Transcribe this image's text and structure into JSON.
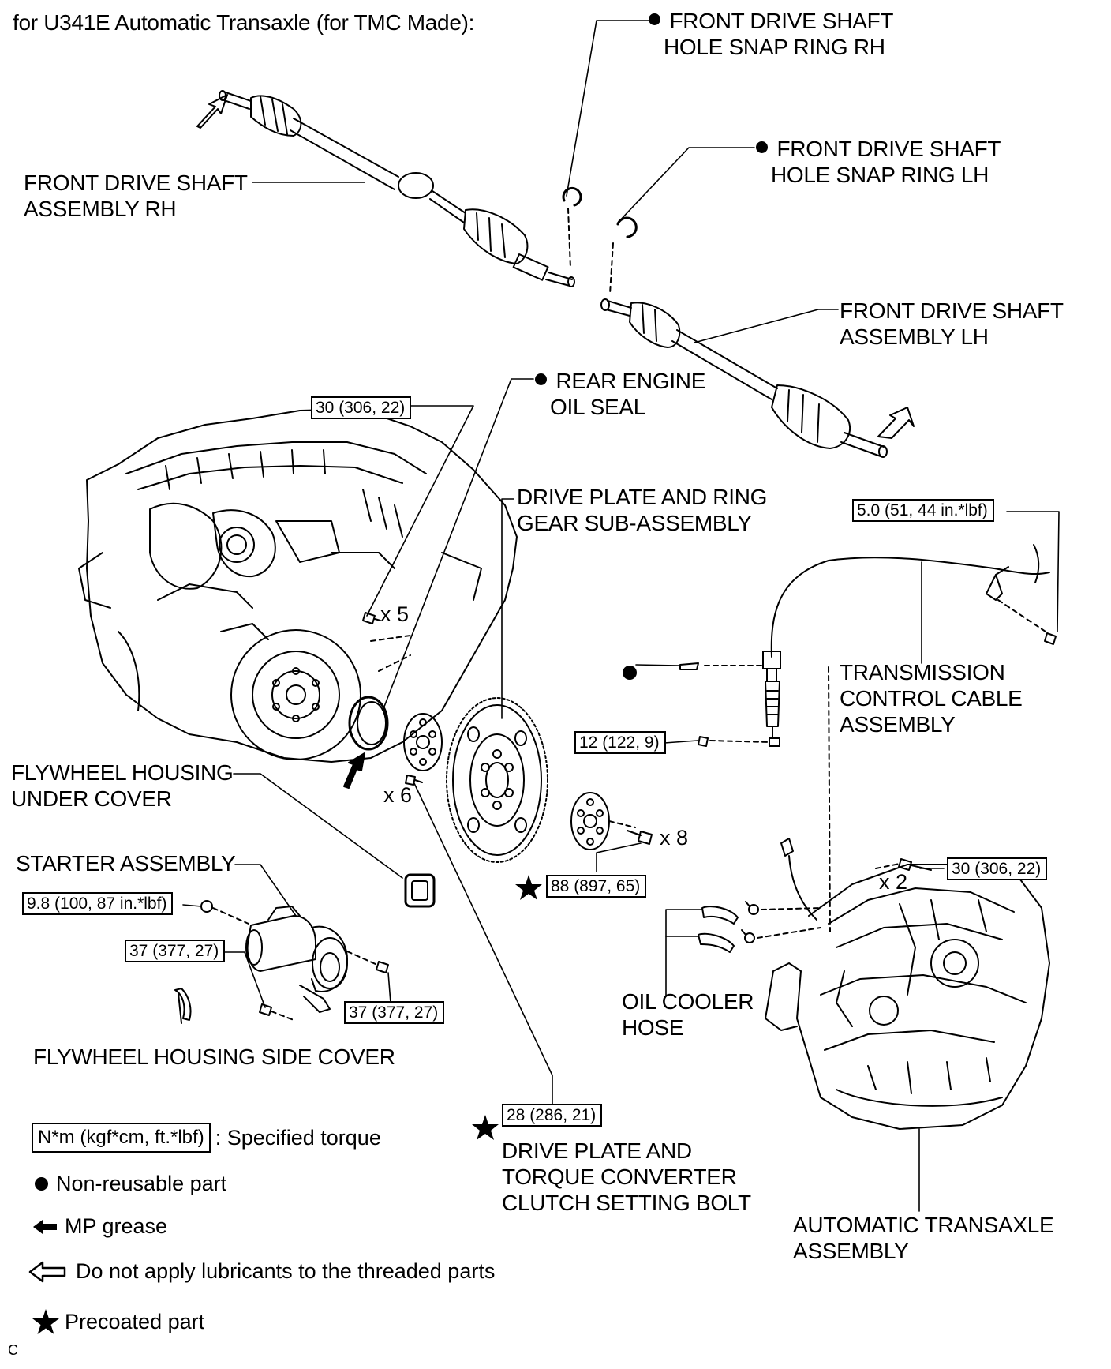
{
  "title": "for U341E Automatic Transaxle (for TMC Made):",
  "corner_mark": "C",
  "parts": {
    "snap_ring_rh": [
      "FRONT DRIVE SHAFT",
      "HOLE SNAP RING RH"
    ],
    "snap_ring_lh": [
      "FRONT DRIVE SHAFT",
      "HOLE SNAP RING LH"
    ],
    "shaft_rh": [
      "FRONT DRIVE SHAFT",
      "ASSEMBLY RH"
    ],
    "shaft_lh": [
      "FRONT DRIVE SHAFT",
      "ASSEMBLY LH"
    ],
    "oil_seal": [
      "REAR ENGINE",
      "OIL SEAL"
    ],
    "drive_plate": [
      "DRIVE PLATE AND RING",
      "GEAR SUB-ASSEMBLY"
    ],
    "control_cable": [
      "TRANSMISSION",
      "CONTROL CABLE",
      "ASSEMBLY"
    ],
    "under_cover": [
      "FLYWHEEL HOUSING",
      "UNDER COVER"
    ],
    "starter": "STARTER ASSEMBLY",
    "side_cover": "FLYWHEEL HOUSING SIDE COVER",
    "oil_cooler_hose": [
      "OIL COOLER",
      "HOSE"
    ],
    "setting_bolt": [
      "DRIVE PLATE AND",
      "TORQUE CONVERTER",
      "CLUTCH SETTING BOLT"
    ],
    "transaxle": [
      "AUTOMATIC TRANSAXLE",
      "ASSEMBLY"
    ]
  },
  "torques": {
    "engine_bolt": "30 (306, 22)",
    "cable_bracket": "5.0 (51, 44 in.*lbf)",
    "cable_nut": "12 (122, 9)",
    "drive_plate_bolt": "88 (897, 65)",
    "transaxle_bolt": "30 (306, 22)",
    "starter_nut": "9.8 (100, 87 in.*lbf)",
    "starter_bolt_upper": "37 (377, 27)",
    "starter_bolt_lower": "37 (377, 27)",
    "setting_bolt": "28 (286, 21)"
  },
  "multipliers": {
    "engine_bolts": "x 5",
    "setting_bolts": "x 6",
    "drive_plate_bolts": "x 8",
    "transaxle_bolts": "x 2"
  },
  "legend": {
    "torque_box": "N*m (kgf*cm, ft.*lbf)",
    "torque_text": ": Specified torque",
    "non_reusable": "Non-reusable part",
    "mp_grease": "MP grease",
    "no_lubricant": "Do not apply lubricants to the threaded parts",
    "precoated": "Precoated part"
  }
}
